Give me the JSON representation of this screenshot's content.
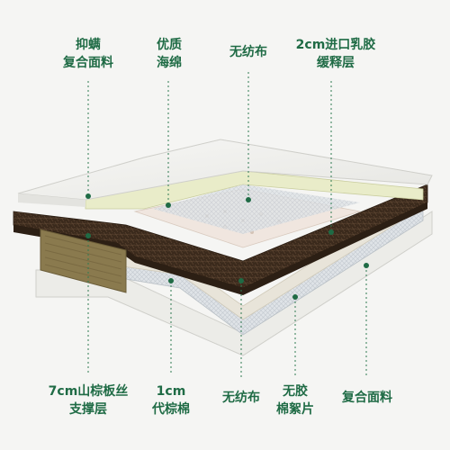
{
  "colors": {
    "label_text": "#1f6b45",
    "leader_line": "#2f7a52",
    "dot": "#1f6b45",
    "top_fabric": "#f1f1ef",
    "latex": "#e9ecc9",
    "coir": "#3b2a1c",
    "cotton": "#e8e4d9",
    "nonwoven": "#d8dde2",
    "bottom_fabric": "#ecece8"
  },
  "labels": {
    "top": [
      {
        "id": "antimite-fabric",
        "lines": [
          "抑螨",
          "复合面料"
        ]
      },
      {
        "id": "quality-sponge",
        "lines": [
          "优质",
          "海绵"
        ]
      },
      {
        "id": "nonwoven-top",
        "lines": [
          "无纺布"
        ]
      },
      {
        "id": "latex-layer",
        "lines": [
          "2cm进口乳胶",
          "缓释层"
        ]
      }
    ],
    "bottom": [
      {
        "id": "coir-support",
        "lines": [
          "7cm山棕板丝",
          "支撑层"
        ]
      },
      {
        "id": "palm-cotton",
        "lines": [
          "1cm",
          "代棕棉"
        ]
      },
      {
        "id": "nonwoven-bottom",
        "lines": [
          "无纺布"
        ]
      },
      {
        "id": "glueless-batting",
        "lines": [
          "无胶",
          "棉絮片"
        ]
      },
      {
        "id": "composite-fabric-bottom",
        "lines": [
          "复合面料"
        ]
      }
    ]
  }
}
